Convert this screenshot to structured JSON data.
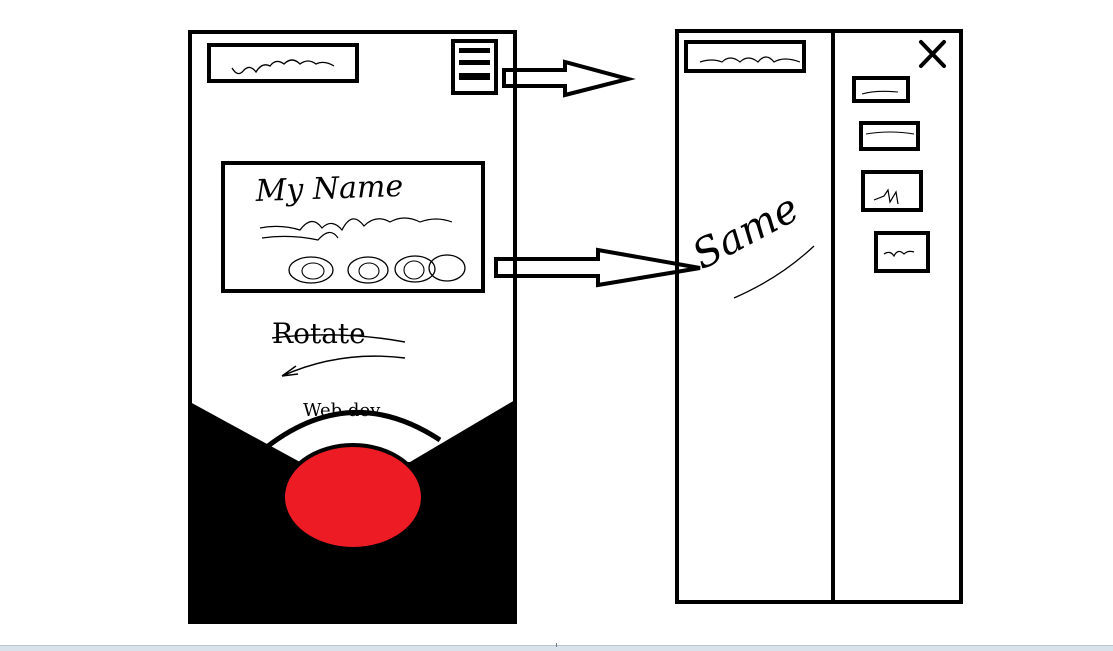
{
  "labels": {
    "my_name": "My Name",
    "rotate": "Rotate",
    "web_dev": "Web dev",
    "same": "Same"
  },
  "icons": {
    "hamburger": "hamburger-menu-icon",
    "close": "close-x-icon",
    "social": [
      "social-circle-icon",
      "social-circle-icon",
      "social-circle-icon",
      "social-circle-icon"
    ]
  },
  "colors": {
    "ink": "#000000",
    "accent": "#ed1c24",
    "background": "#ffffff"
  }
}
